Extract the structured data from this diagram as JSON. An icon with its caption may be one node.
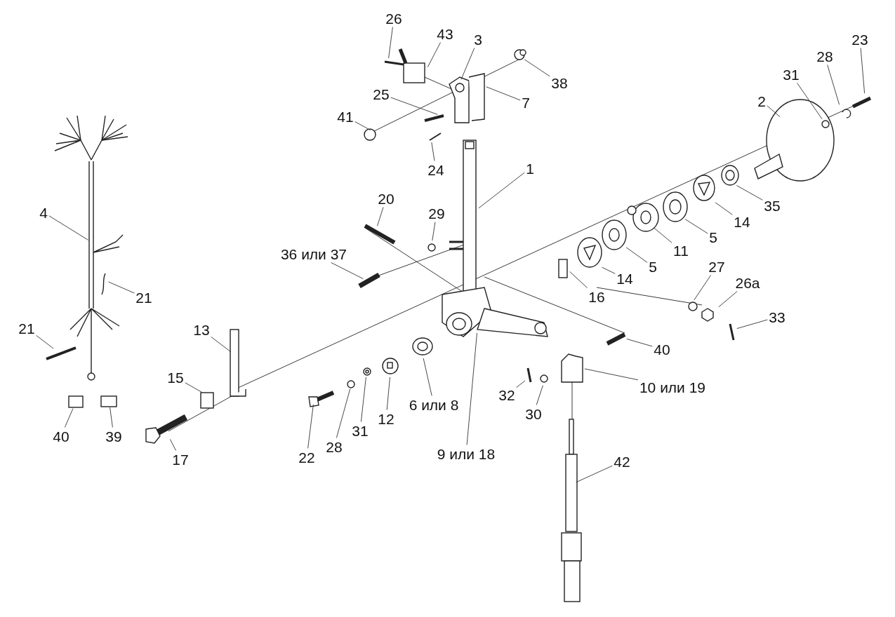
{
  "diagram": {
    "nodes": [
      {
        "text": [
          "26"
        ]
      },
      {
        "text": [
          "43"
        ]
      },
      {
        "text": [
          "3"
        ]
      },
      {
        "text": [
          "7"
        ]
      },
      {
        "text": [
          "38"
        ]
      },
      {
        "text": [
          "25"
        ]
      },
      {
        "text": [
          "41"
        ]
      },
      {
        "text": [
          "24"
        ]
      },
      {
        "text": [
          "2"
        ]
      },
      {
        "text": [
          "31"
        ]
      },
      {
        "text": [
          "28"
        ]
      },
      {
        "text": [
          "23"
        ]
      },
      {
        "text": [
          "1"
        ]
      },
      {
        "text": [
          "35"
        ]
      },
      {
        "text": [
          "14"
        ]
      },
      {
        "text": [
          "5"
        ]
      },
      {
        "text": [
          "11"
        ]
      },
      {
        "text": [
          "5"
        ]
      },
      {
        "text": [
          "14"
        ]
      },
      {
        "text": [
          "16"
        ]
      },
      {
        "text": [
          "20"
        ]
      },
      {
        "text": [
          "29"
        ]
      },
      {
        "text": [
          "36 или 37"
        ]
      },
      {
        "text": [
          "4"
        ]
      },
      {
        "text": [
          "21"
        ]
      },
      {
        "text": [
          "21"
        ]
      },
      {
        "text": [
          "27"
        ]
      },
      {
        "text": [
          "26а"
        ]
      },
      {
        "text": [
          "33"
        ]
      },
      {
        "text": [
          "40"
        ]
      },
      {
        "text": [
          "10 или 19"
        ]
      },
      {
        "text": [
          "32"
        ]
      },
      {
        "text": [
          "30"
        ]
      },
      {
        "text": [
          "13"
        ]
      },
      {
        "text": [
          "15"
        ]
      },
      {
        "text": [
          "17"
        ]
      },
      {
        "text": [
          "22"
        ]
      },
      {
        "text": [
          "28"
        ]
      },
      {
        "text": [
          "31"
        ]
      },
      {
        "text": [
          "12"
        ]
      },
      {
        "text": [
          "6 или 8"
        ]
      },
      {
        "text": [
          "9 или 18"
        ]
      },
      {
        "text": [
          "42"
        ]
      },
      {
        "text": [
          "40"
        ]
      },
      {
        "text": [
          "39"
        ]
      }
    ],
    "edges": [
      {
        "from": 0,
        "to": null,
        "arrow": "none"
      },
      {
        "from": 1,
        "to": null,
        "arrow": "none"
      },
      {
        "from": 2,
        "to": null,
        "arrow": "none"
      },
      {
        "from": 3,
        "to": null,
        "arrow": "none"
      },
      {
        "from": 4,
        "to": null,
        "arrow": "none"
      },
      {
        "from": 5,
        "to": null,
        "arrow": "none"
      },
      {
        "from": 6,
        "to": null,
        "arrow": "none"
      },
      {
        "from": 7,
        "to": null,
        "arrow": "none"
      },
      {
        "from": 8,
        "to": null,
        "arrow": "none"
      },
      {
        "from": 9,
        "to": null,
        "arrow": "none"
      },
      {
        "from": 10,
        "to": null,
        "arrow": "none"
      },
      {
        "from": 11,
        "to": null,
        "arrow": "none"
      },
      {
        "from": 12,
        "to": null,
        "arrow": "none"
      },
      {
        "from": 13,
        "to": null,
        "arrow": "none"
      },
      {
        "from": 14,
        "to": null,
        "arrow": "none"
      },
      {
        "from": 15,
        "to": null,
        "arrow": "none"
      },
      {
        "from": 16,
        "to": null,
        "arrow": "none"
      },
      {
        "from": 17,
        "to": null,
        "arrow": "none"
      },
      {
        "from": 18,
        "to": null,
        "arrow": "none"
      },
      {
        "from": 19,
        "to": null,
        "arrow": "none"
      },
      {
        "from": 20,
        "to": null,
        "arrow": "none"
      },
      {
        "from": 21,
        "to": null,
        "arrow": "none"
      },
      {
        "from": 22,
        "to": null,
        "arrow": "none"
      },
      {
        "from": 23,
        "to": null,
        "arrow": "none"
      },
      {
        "from": 24,
        "to": null,
        "arrow": "none"
      },
      {
        "from": 25,
        "to": null,
        "arrow": "none"
      },
      {
        "from": 26,
        "to": null,
        "arrow": "none"
      },
      {
        "from": 27,
        "to": null,
        "arrow": "none"
      },
      {
        "from": 28,
        "to": null,
        "arrow": "none"
      },
      {
        "from": 29,
        "to": null,
        "arrow": "none"
      },
      {
        "from": 30,
        "to": null,
        "arrow": "none"
      },
      {
        "from": 31,
        "to": null,
        "arrow": "none"
      },
      {
        "from": 32,
        "to": null,
        "arrow": "none"
      },
      {
        "from": 33,
        "to": null,
        "arrow": "none"
      },
      {
        "from": 34,
        "to": null,
        "arrow": "none"
      },
      {
        "from": 35,
        "to": null,
        "arrow": "none"
      },
      {
        "from": 36,
        "to": null,
        "arrow": "none"
      },
      {
        "from": 37,
        "to": null,
        "arrow": "none"
      },
      {
        "from": 38,
        "to": null,
        "arrow": "none"
      },
      {
        "from": 39,
        "to": null,
        "arrow": "none"
      },
      {
        "from": 40,
        "to": null,
        "arrow": "none"
      },
      {
        "from": 41,
        "to": null,
        "arrow": "none"
      },
      {
        "from": 42,
        "to": null,
        "arrow": "none"
      },
      {
        "from": 43,
        "to": null,
        "arrow": "none"
      },
      {
        "from": 44,
        "to": null,
        "arrow": "none"
      }
    ]
  }
}
